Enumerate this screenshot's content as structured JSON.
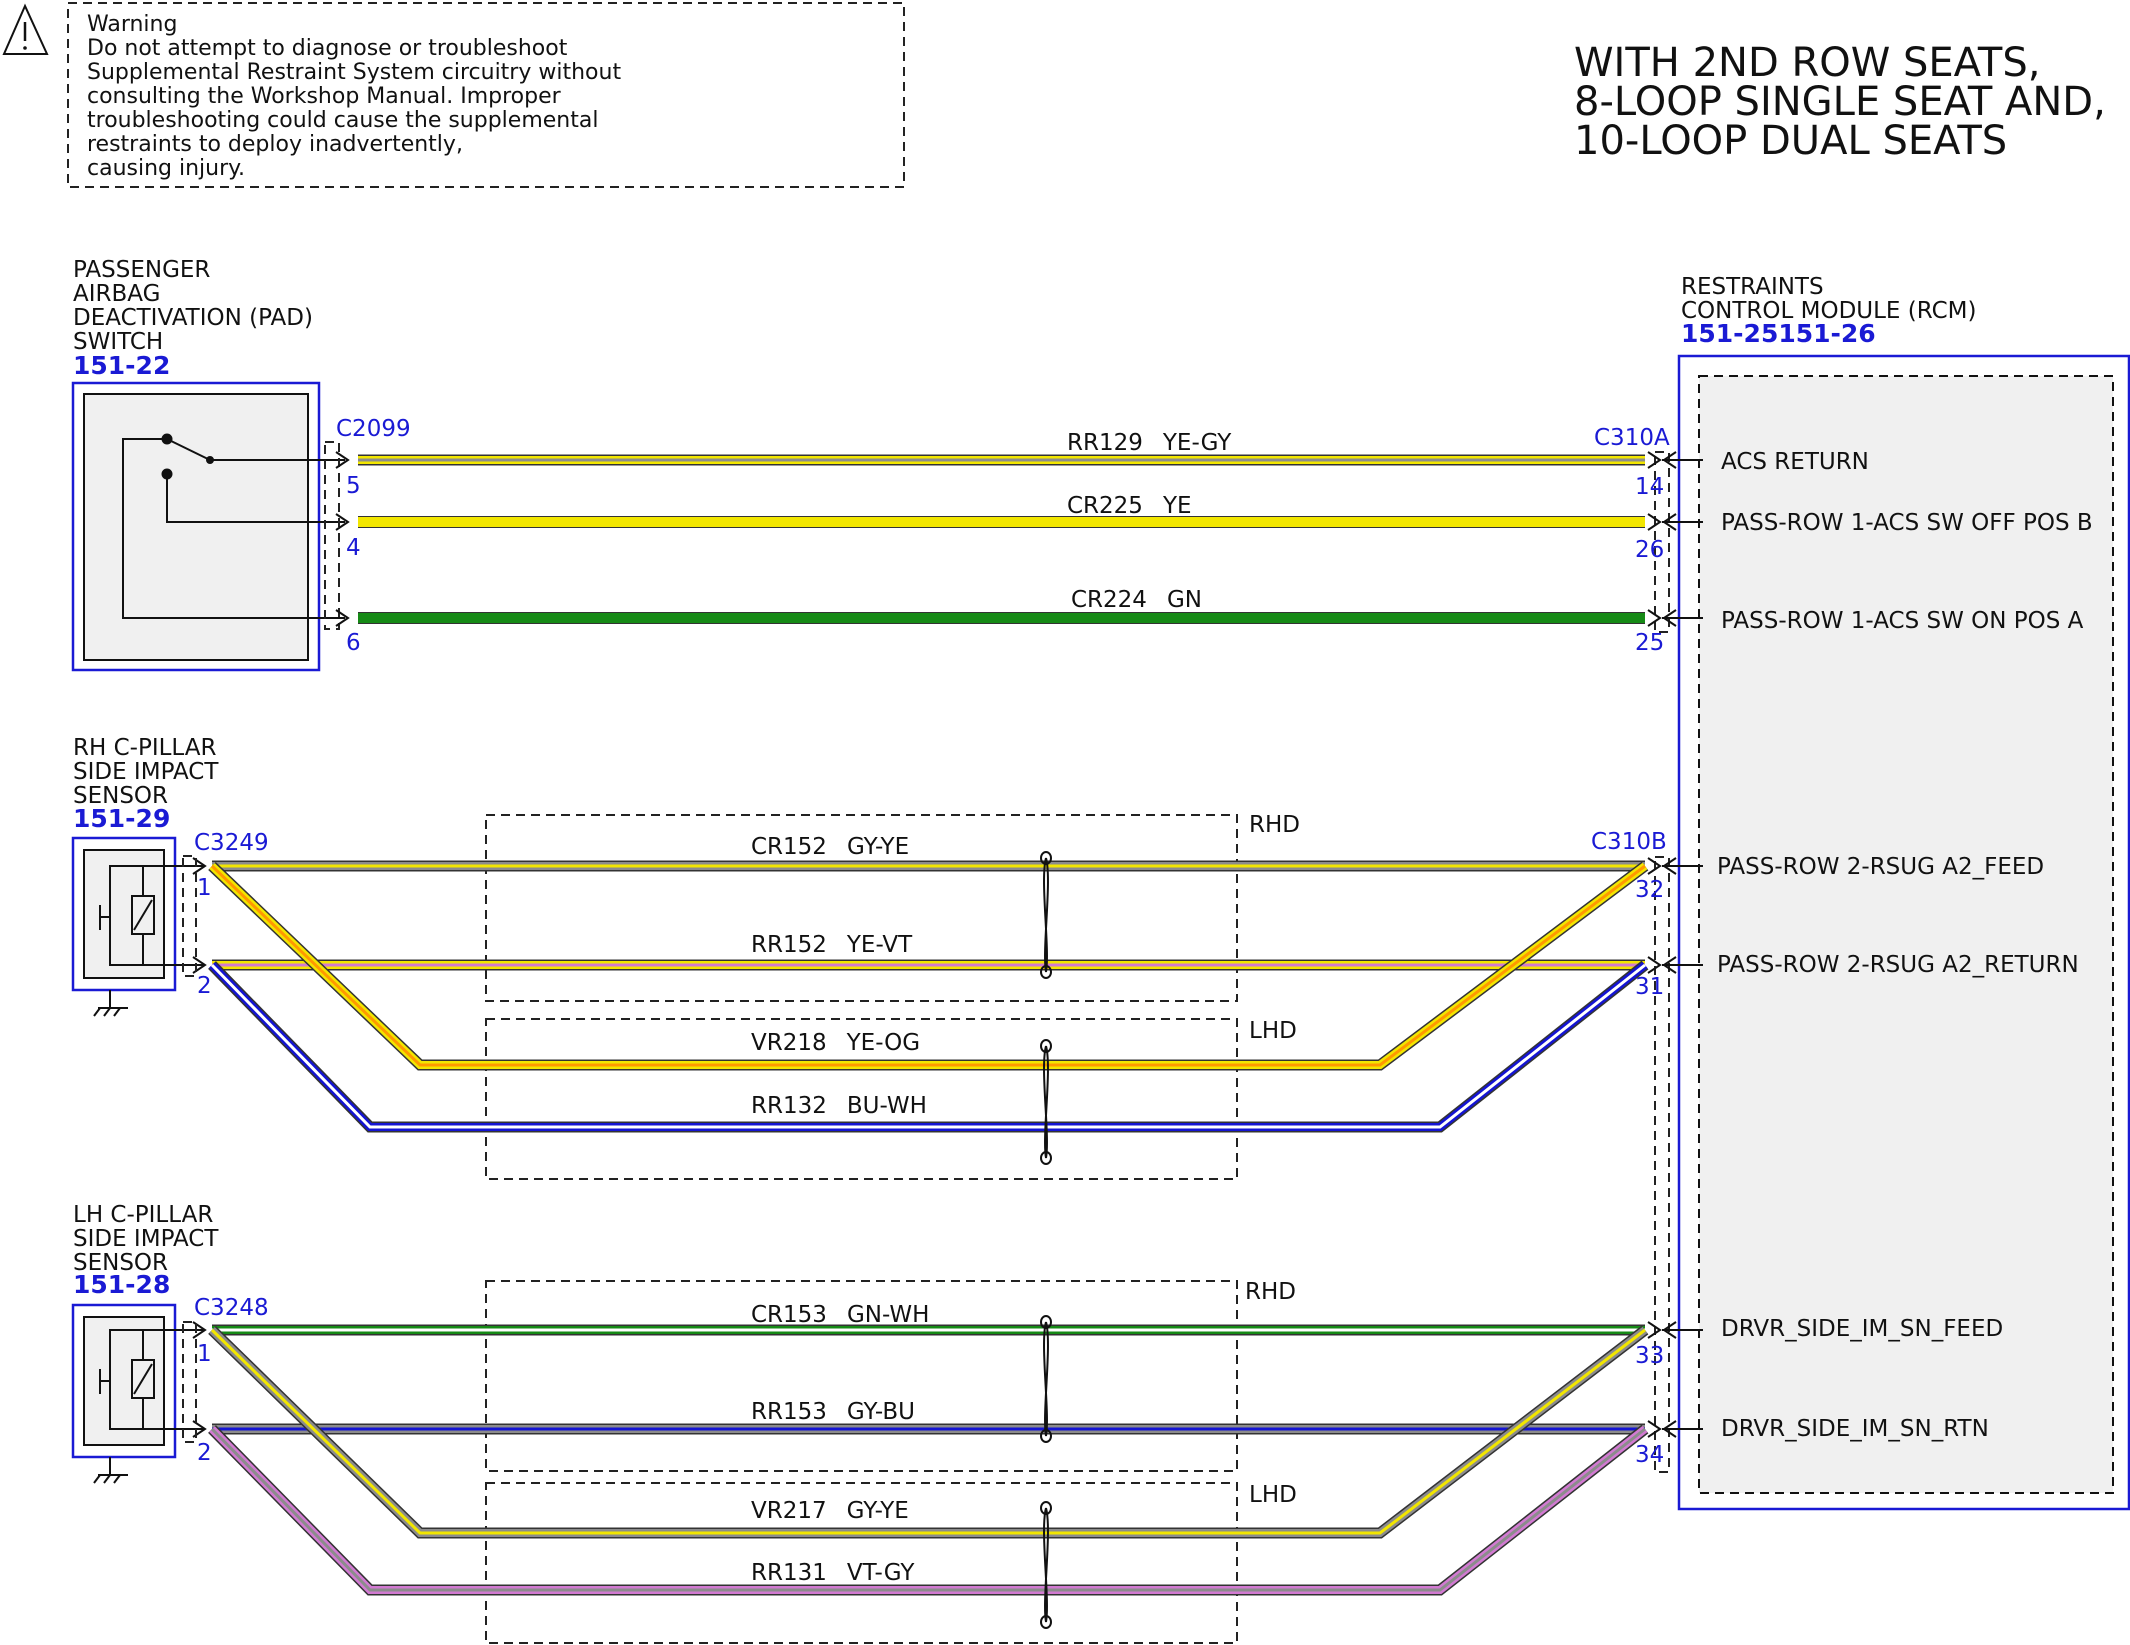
{
  "warning": {
    "lines": [
      "Warning",
      "Do not attempt to diagnose or troubleshoot",
      "Supplemental Restraint System circuitry without",
      "consulting the Workshop Manual. Improper",
      "troubleshooting could cause the supplemental",
      "restraints to deploy inadvertently,",
      "causing injury."
    ]
  },
  "title": {
    "lines": [
      "WITH 2ND ROW SEATS,",
      "8-LOOP SINGLE SEAT AND,",
      "10-LOOP DUAL SEATS"
    ]
  },
  "components": {
    "pad_switch": {
      "name_lines": [
        "PASSENGER",
        "AIRBAG",
        "DEACTIVATION (PAD)",
        "SWITCH"
      ],
      "ref": "151-22",
      "connector": "C2099",
      "pins": [
        "5",
        "4",
        "6"
      ]
    },
    "rcm": {
      "name_lines": [
        "RESTRAINTS",
        "CONTROL MODULE (RCM)"
      ],
      "ref": "151-25151-26",
      "connector_a": "C310A",
      "connector_b": "C310B",
      "pins": [
        "14",
        "26",
        "25",
        "32",
        "31",
        "33",
        "34"
      ],
      "signals": [
        "ACS RETURN",
        "PASS-ROW 1-ACS SW OFF POS B",
        "PASS-ROW 1-ACS SW ON POS A",
        "PASS-ROW 2-RSUG A2_FEED",
        "PASS-ROW 2-RSUG A2_RETURN",
        "DRVR_SIDE_IM_SN_FEED",
        "DRVR_SIDE_IM_SN_RTN"
      ]
    },
    "rh_sensor": {
      "name_lines": [
        "RH C-PILLAR",
        "SIDE IMPACT",
        "SENSOR"
      ],
      "ref": "151-29",
      "connector": "C3249",
      "pins": [
        "1",
        "2"
      ]
    },
    "lh_sensor": {
      "name_lines": [
        "LH C-PILLAR",
        "SIDE IMPACT",
        "SENSOR"
      ],
      "ref": "151-28",
      "connector": "C3248",
      "pins": [
        "1",
        "2"
      ]
    }
  },
  "region_labels": [
    "RHD",
    "LHD",
    "RHD",
    "LHD"
  ],
  "wires": [
    {
      "circuit": "RR129",
      "color": "YE-GY"
    },
    {
      "circuit": "CR225",
      "color": "YE"
    },
    {
      "circuit": "CR224",
      "color": "GN"
    },
    {
      "circuit": "CR152",
      "color": "GY-YE"
    },
    {
      "circuit": "RR152",
      "color": "YE-VT"
    },
    {
      "circuit": "VR218",
      "color": "YE-OG"
    },
    {
      "circuit": "RR132",
      "color": "BU-WH"
    },
    {
      "circuit": "CR153",
      "color": "GN-WH"
    },
    {
      "circuit": "RR153",
      "color": "GY-BU"
    },
    {
      "circuit": "VR217",
      "color": "GY-YE"
    },
    {
      "circuit": "RR131",
      "color": "VT-GY"
    }
  ],
  "palette": {
    "YE": "#f2e600",
    "GY": "#8c8c8c",
    "GN": "#168a16",
    "BU": "#1414d2",
    "WH": "#ffffff",
    "VT": "#d27ad2",
    "OG": "#ff9900",
    "outline": "#1a1ad4"
  }
}
